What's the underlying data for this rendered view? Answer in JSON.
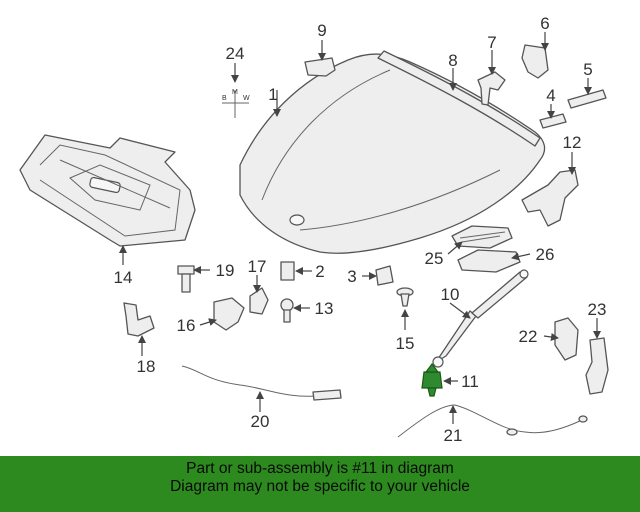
{
  "callouts": {
    "c1": "1",
    "c2": "2",
    "c3": "3",
    "c4": "4",
    "c5": "5",
    "c6": "6",
    "c7": "7",
    "c8": "8",
    "c9": "9",
    "c10": "10",
    "c11": "11",
    "c12": "12",
    "c13": "13",
    "c14": "14",
    "c15": "15",
    "c16": "16",
    "c17": "17",
    "c18": "18",
    "c19": "19",
    "c20": "20",
    "c21": "21",
    "c22": "22",
    "c23": "23",
    "c24": "24",
    "c25": "25",
    "c26": "26"
  },
  "emblem": {
    "b": "B",
    "m": "M",
    "w": "W"
  },
  "banner": {
    "line1": "Part or sub-assembly is #11 in diagram",
    "line2": "Diagram may not be specific to your vehicle",
    "color": "#2c8a1e"
  },
  "highlight_color": "#2f8a2f"
}
